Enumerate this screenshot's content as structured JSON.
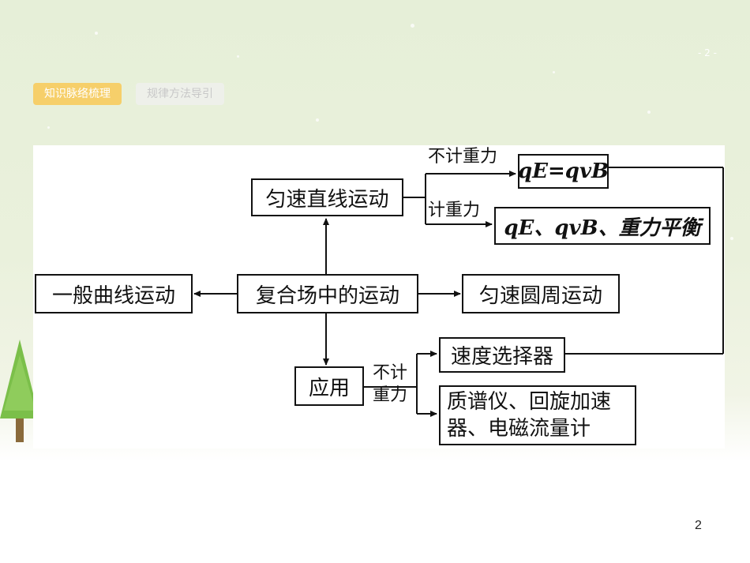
{
  "slide": {
    "top_number": "- 2 -",
    "page_number": "2"
  },
  "tabs": [
    {
      "label": "知识脉络梳理",
      "active": true
    },
    {
      "label": "规律方法导引",
      "active": false
    }
  ],
  "diagram": {
    "center": "复合场中的运动",
    "left": "一般曲线运动",
    "right": "匀速圆周运动",
    "top": "匀速直线运动",
    "bottom": "应用",
    "top_upper_label": "不计重力",
    "top_upper_box": "qE=qvB",
    "top_lower_label": "计重力",
    "top_lower_box": "qE、qvB、重力平衡",
    "bottom_label_line1": "不计",
    "bottom_label_line2": "重力",
    "bottom_upper_box": "速度选择器",
    "bottom_lower_box": "质谱仪、回旋加速器、电磁流量计"
  },
  "colors": {
    "tab_active": "#f6cf6a",
    "tab_inactive": "#eef0ea",
    "tree": "#7bbf4a"
  }
}
